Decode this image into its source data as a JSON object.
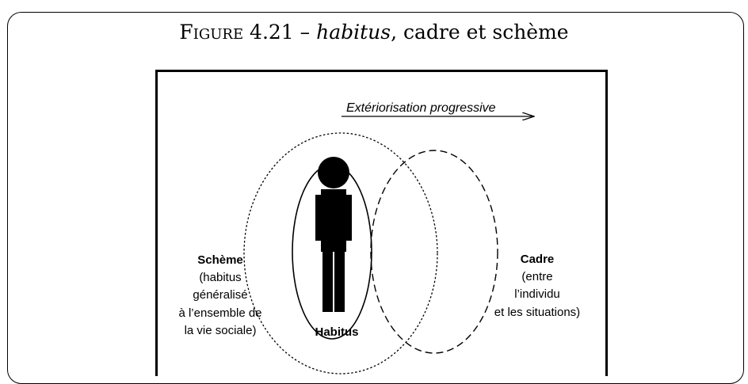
{
  "caption": {
    "label": "Figure 4.21",
    "separator": "–",
    "title_italic": "habitus",
    "title_rest": ", cadre et schème"
  },
  "diagram": {
    "arrow_label": "Extériorisation progressive",
    "scheme_title": "Schème",
    "scheme_desc": [
      "(habitus",
      "généralisé",
      "à l’ensemble de",
      "la vie sociale)"
    ],
    "cadre_title": "Cadre",
    "cadre_desc": [
      "(entre",
      "l’individu",
      "et les situations)"
    ],
    "habitus_label": "Habitus"
  }
}
